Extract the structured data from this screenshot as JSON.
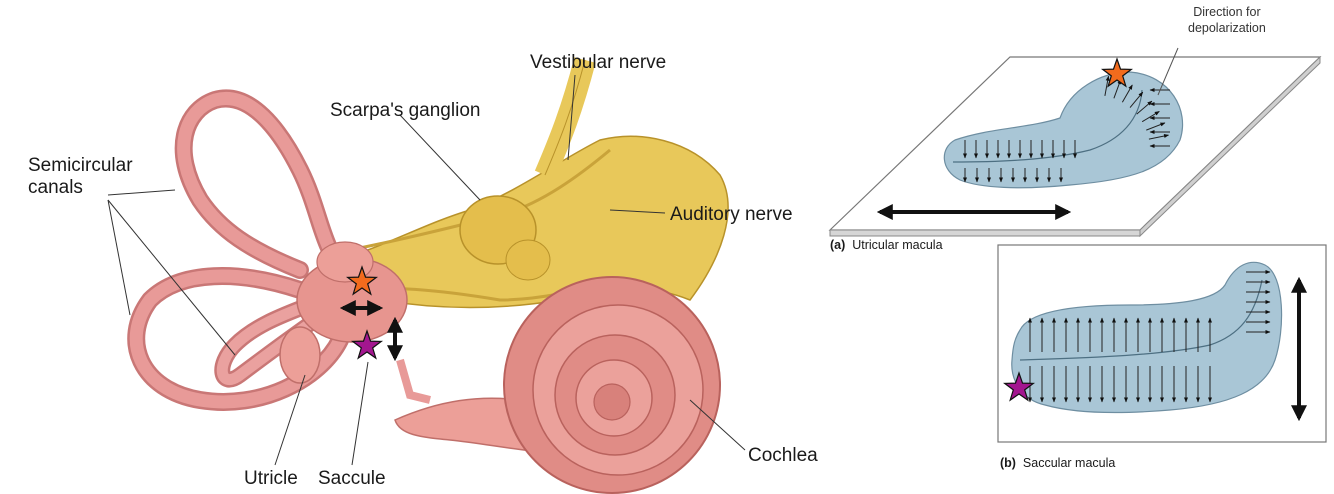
{
  "ear_labels": {
    "semicircular_line1": "Semicircular",
    "semicircular_line2": "canals",
    "scarpa": "Scarpa's ganglion",
    "vestibular": "Vestibular nerve",
    "auditory": "Auditory nerve",
    "utricle": "Utricle",
    "saccule": "Saccule",
    "cochlea": "Cochlea"
  },
  "utricular_panel": {
    "direction_line1": "Direction for",
    "direction_line2": "depolarization",
    "caption_letter": "(a)",
    "caption_text": "Utricular macula"
  },
  "saccular_panel": {
    "caption_letter": "(b)",
    "caption_text": "Saccular macula"
  },
  "colors": {
    "membranous": "#e89a98",
    "nerve": "#e8c85a",
    "macula_fill": "#a9c6d6",
    "orange_star": "#f26b1d",
    "magenta_star": "#a3168f"
  }
}
